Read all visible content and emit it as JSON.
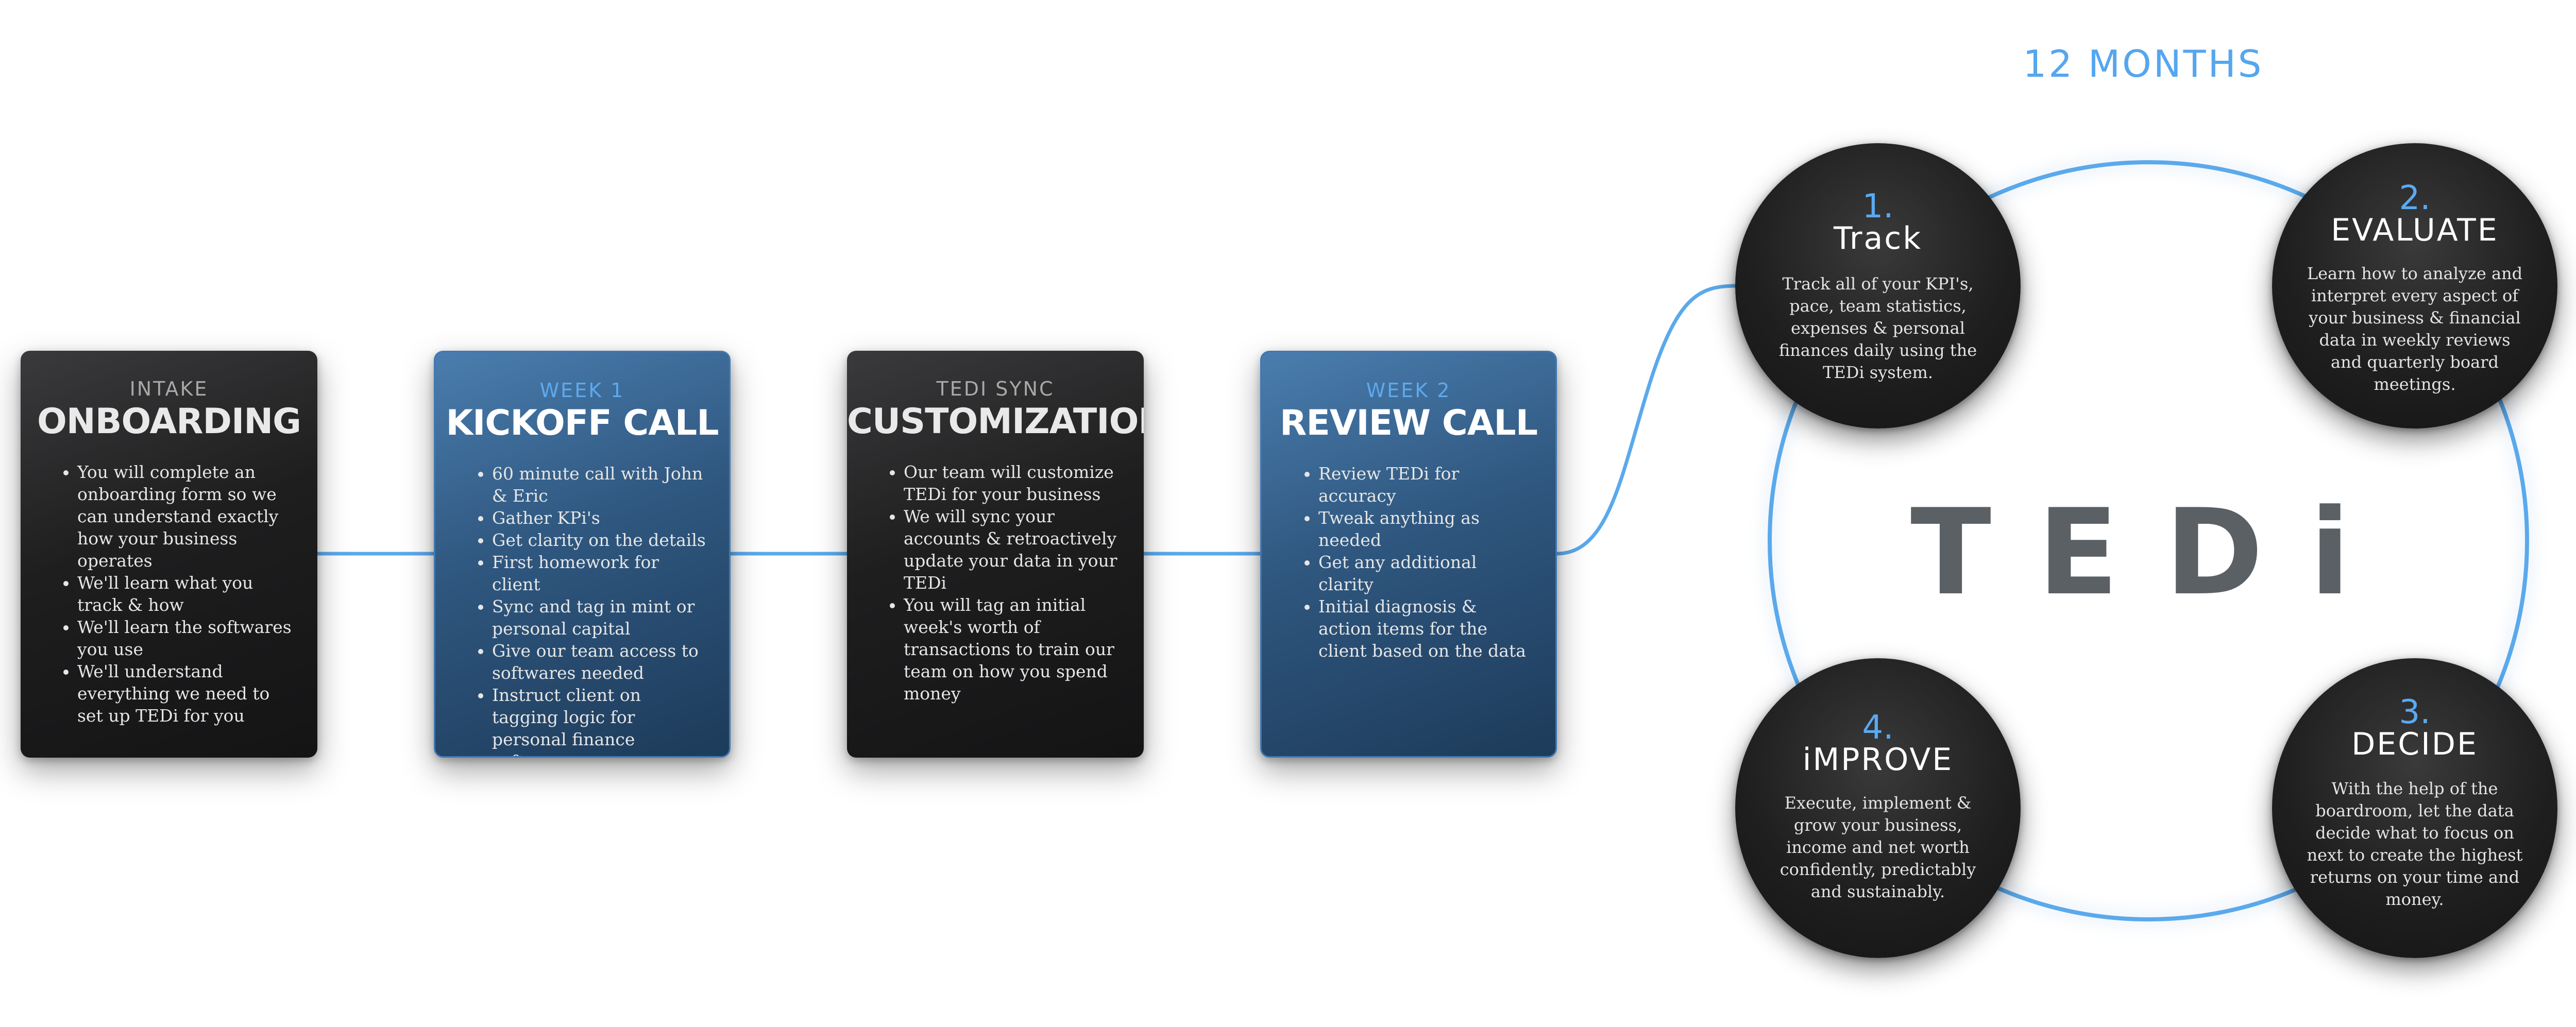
{
  "timeline": {
    "cards": [
      {
        "eyebrow": "INTAKE",
        "title": "ONBOARDING",
        "items": [
          "You will complete an onboarding form so we can understand exactly how your business operates",
          "We'll learn what you track & how",
          "We'll learn the softwares you use",
          "We'll understand everything we need to set up TEDi for you"
        ]
      },
      {
        "eyebrow": "WEEK 1",
        "title": "KICKOFF CALL",
        "items": [
          "60 minute call with John & Eric",
          "Gather KPi's",
          "Get clarity on the details",
          "First homework for client",
          "Sync and tag in mint or personal capital",
          "Give our team access to softwares needed",
          "Instruct client on tagging logic for personal finance software"
        ]
      },
      {
        "eyebrow": "TEDi SYNC",
        "title": "CUSTOMIZATION",
        "items": [
          "Our team will customize TEDi for your business",
          "We will sync your accounts & retroactively update your data in your TEDi",
          "You will tag an initial week's worth of transactions to train our team on how you spend money"
        ]
      },
      {
        "eyebrow": "WEEK 2",
        "title": "REVIEW CALL",
        "items": [
          "Review TEDi for accuracy",
          "Tweak anything as needed",
          "Get any additional clarity",
          "Initial diagnosis & action items for the client based on the data"
        ]
      }
    ]
  },
  "cycle": {
    "months_label": "12 MONTHS",
    "brand": "TEDi",
    "brand_sub": "",
    "steps": [
      {
        "number": "1.",
        "name": "Track",
        "desc": "Track all of your KPI's, pace, team statistics, expenses & personal finances daily using the TEDi system."
      },
      {
        "number": "2.",
        "name": "EVALUATE",
        "desc": "Learn how to analyze and interpret every aspect of your business & financial data in weekly reviews and quarterly board meetings."
      },
      {
        "number": "3.",
        "name": "DECIDE",
        "desc": "With the help of the boardroom, let the data decide what to focus on next to create the highest returns on your time and money."
      },
      {
        "number": "4.",
        "name": "iMPROVE",
        "desc": "Execute, implement & grow your business, income and net worth confidently, predictably and sustainably."
      }
    ]
  },
  "colors": {
    "accent_blue": "#55a6ee",
    "card_dark": "#1e1e1f",
    "card_blue": "#2f577f",
    "brand_gray": "#5b6065"
  }
}
